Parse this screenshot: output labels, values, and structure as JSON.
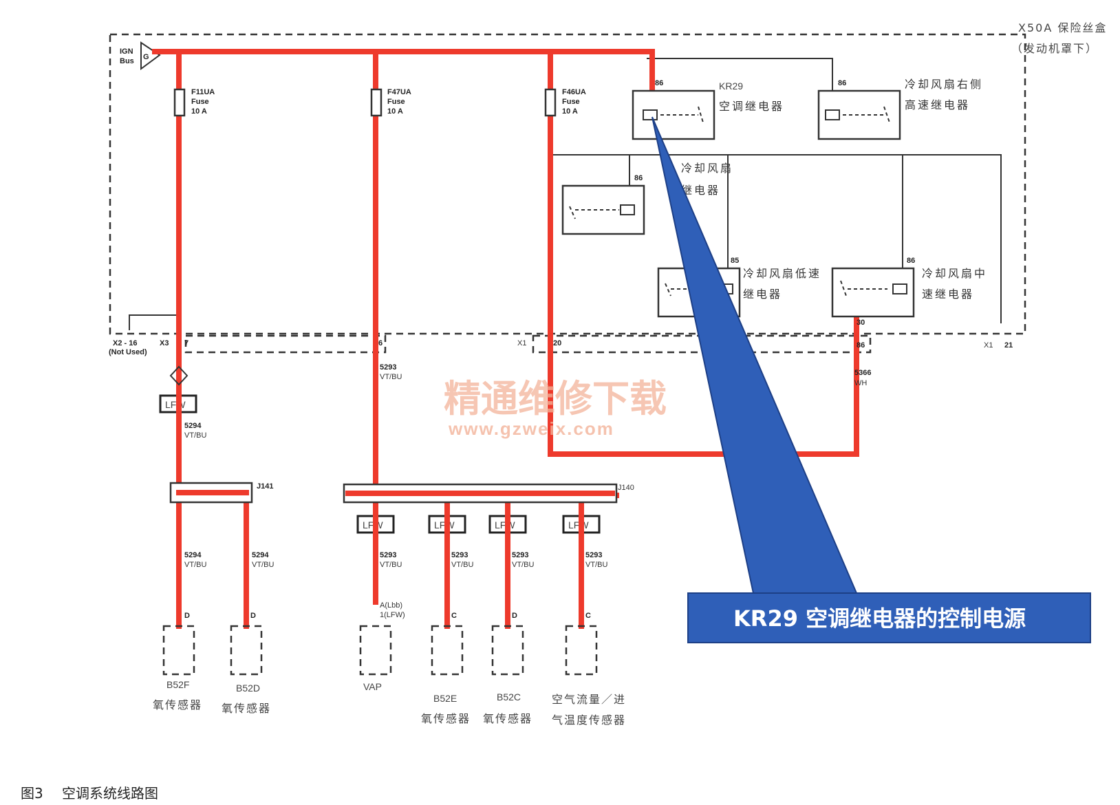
{
  "fuse_box": {
    "title": "X50A 保险丝盒",
    "subtitle": "（发动机罩下）",
    "bus_label_1": "IGN",
    "bus_label_2": "Bus",
    "bus_letter": "G"
  },
  "fuses": [
    {
      "name": "F11UA",
      "type": "Fuse",
      "rating": "10 A"
    },
    {
      "name": "F47UA",
      "type": "Fuse",
      "rating": "10 A"
    },
    {
      "name": "F46UA",
      "type": "Fuse",
      "rating": "10 A"
    }
  ],
  "relays": {
    "kr29_pin": "86",
    "kr29_name": "KR29",
    "kr29_desc": "空调继电器",
    "right_high_pin": "86",
    "right_high_line1": "冷却风扇右侧",
    "right_high_line2": "高速继电器",
    "fan_pin": "86",
    "fan_line1": "冷却风扇",
    "fan_line2": "继电器",
    "low_pin": "85",
    "low_line1": "冷却风扇低速",
    "low_line2": "继电器",
    "mid_pin": "86",
    "mid_line1": "冷却风扇中",
    "mid_line2": "速继电器",
    "mid_pin_bottom": "30"
  },
  "connectors": {
    "x2_label": "X2 - 16",
    "x2_note": "(Not Used)",
    "x3_label": "X3",
    "x3_pin": "7",
    "pin_6": "6",
    "x1_label": "X1",
    "pin_20": "20",
    "pin_86": "86",
    "x1_right_label": "X1",
    "pin_21": "21"
  },
  "wires": {
    "w5293_top": "5293",
    "w5293_top_color": "VT/BU",
    "w5294_top": "5294",
    "w5294_top_color": "VT/BU",
    "w5366": "5366",
    "w5366_color": "WH",
    "lfw": "LFW"
  },
  "splices": {
    "j141": "J141",
    "j140": "J140"
  },
  "branches": [
    {
      "wire": "5294",
      "color": "VT/BU",
      "pin": "D",
      "name": "B52F",
      "desc": "氧传感器"
    },
    {
      "wire": "5294",
      "color": "VT/BU",
      "pin": "D",
      "name": "B52D",
      "desc": "氧传感器"
    },
    {
      "wire": "5293",
      "color": "VT/BU",
      "pin": "A(Lbb)",
      "pin2": "1(LFW)",
      "name": "VAP",
      "desc": ""
    },
    {
      "wire": "5293",
      "color": "VT/BU",
      "pin": "C",
      "name": "B52E",
      "desc": "氧传感器"
    },
    {
      "wire": "5293",
      "color": "VT/BU",
      "pin": "D",
      "name": "B52C",
      "desc": "氧传感器"
    },
    {
      "wire": "5293",
      "color": "VT/BU",
      "pin": "C",
      "name": "空气流量／进",
      "desc": "气温度传感器"
    }
  ],
  "watermark": {
    "line1": "精通维修下载",
    "line2": "www.gzweix.com"
  },
  "callout": {
    "text": "KR29 空调继电器的控制电源"
  },
  "caption": {
    "fig_no": "图3",
    "title": "空调系统线路图"
  },
  "colors": {
    "highlight_wire": "#ee3a2c",
    "callout_fill": "#2f5fb8"
  }
}
